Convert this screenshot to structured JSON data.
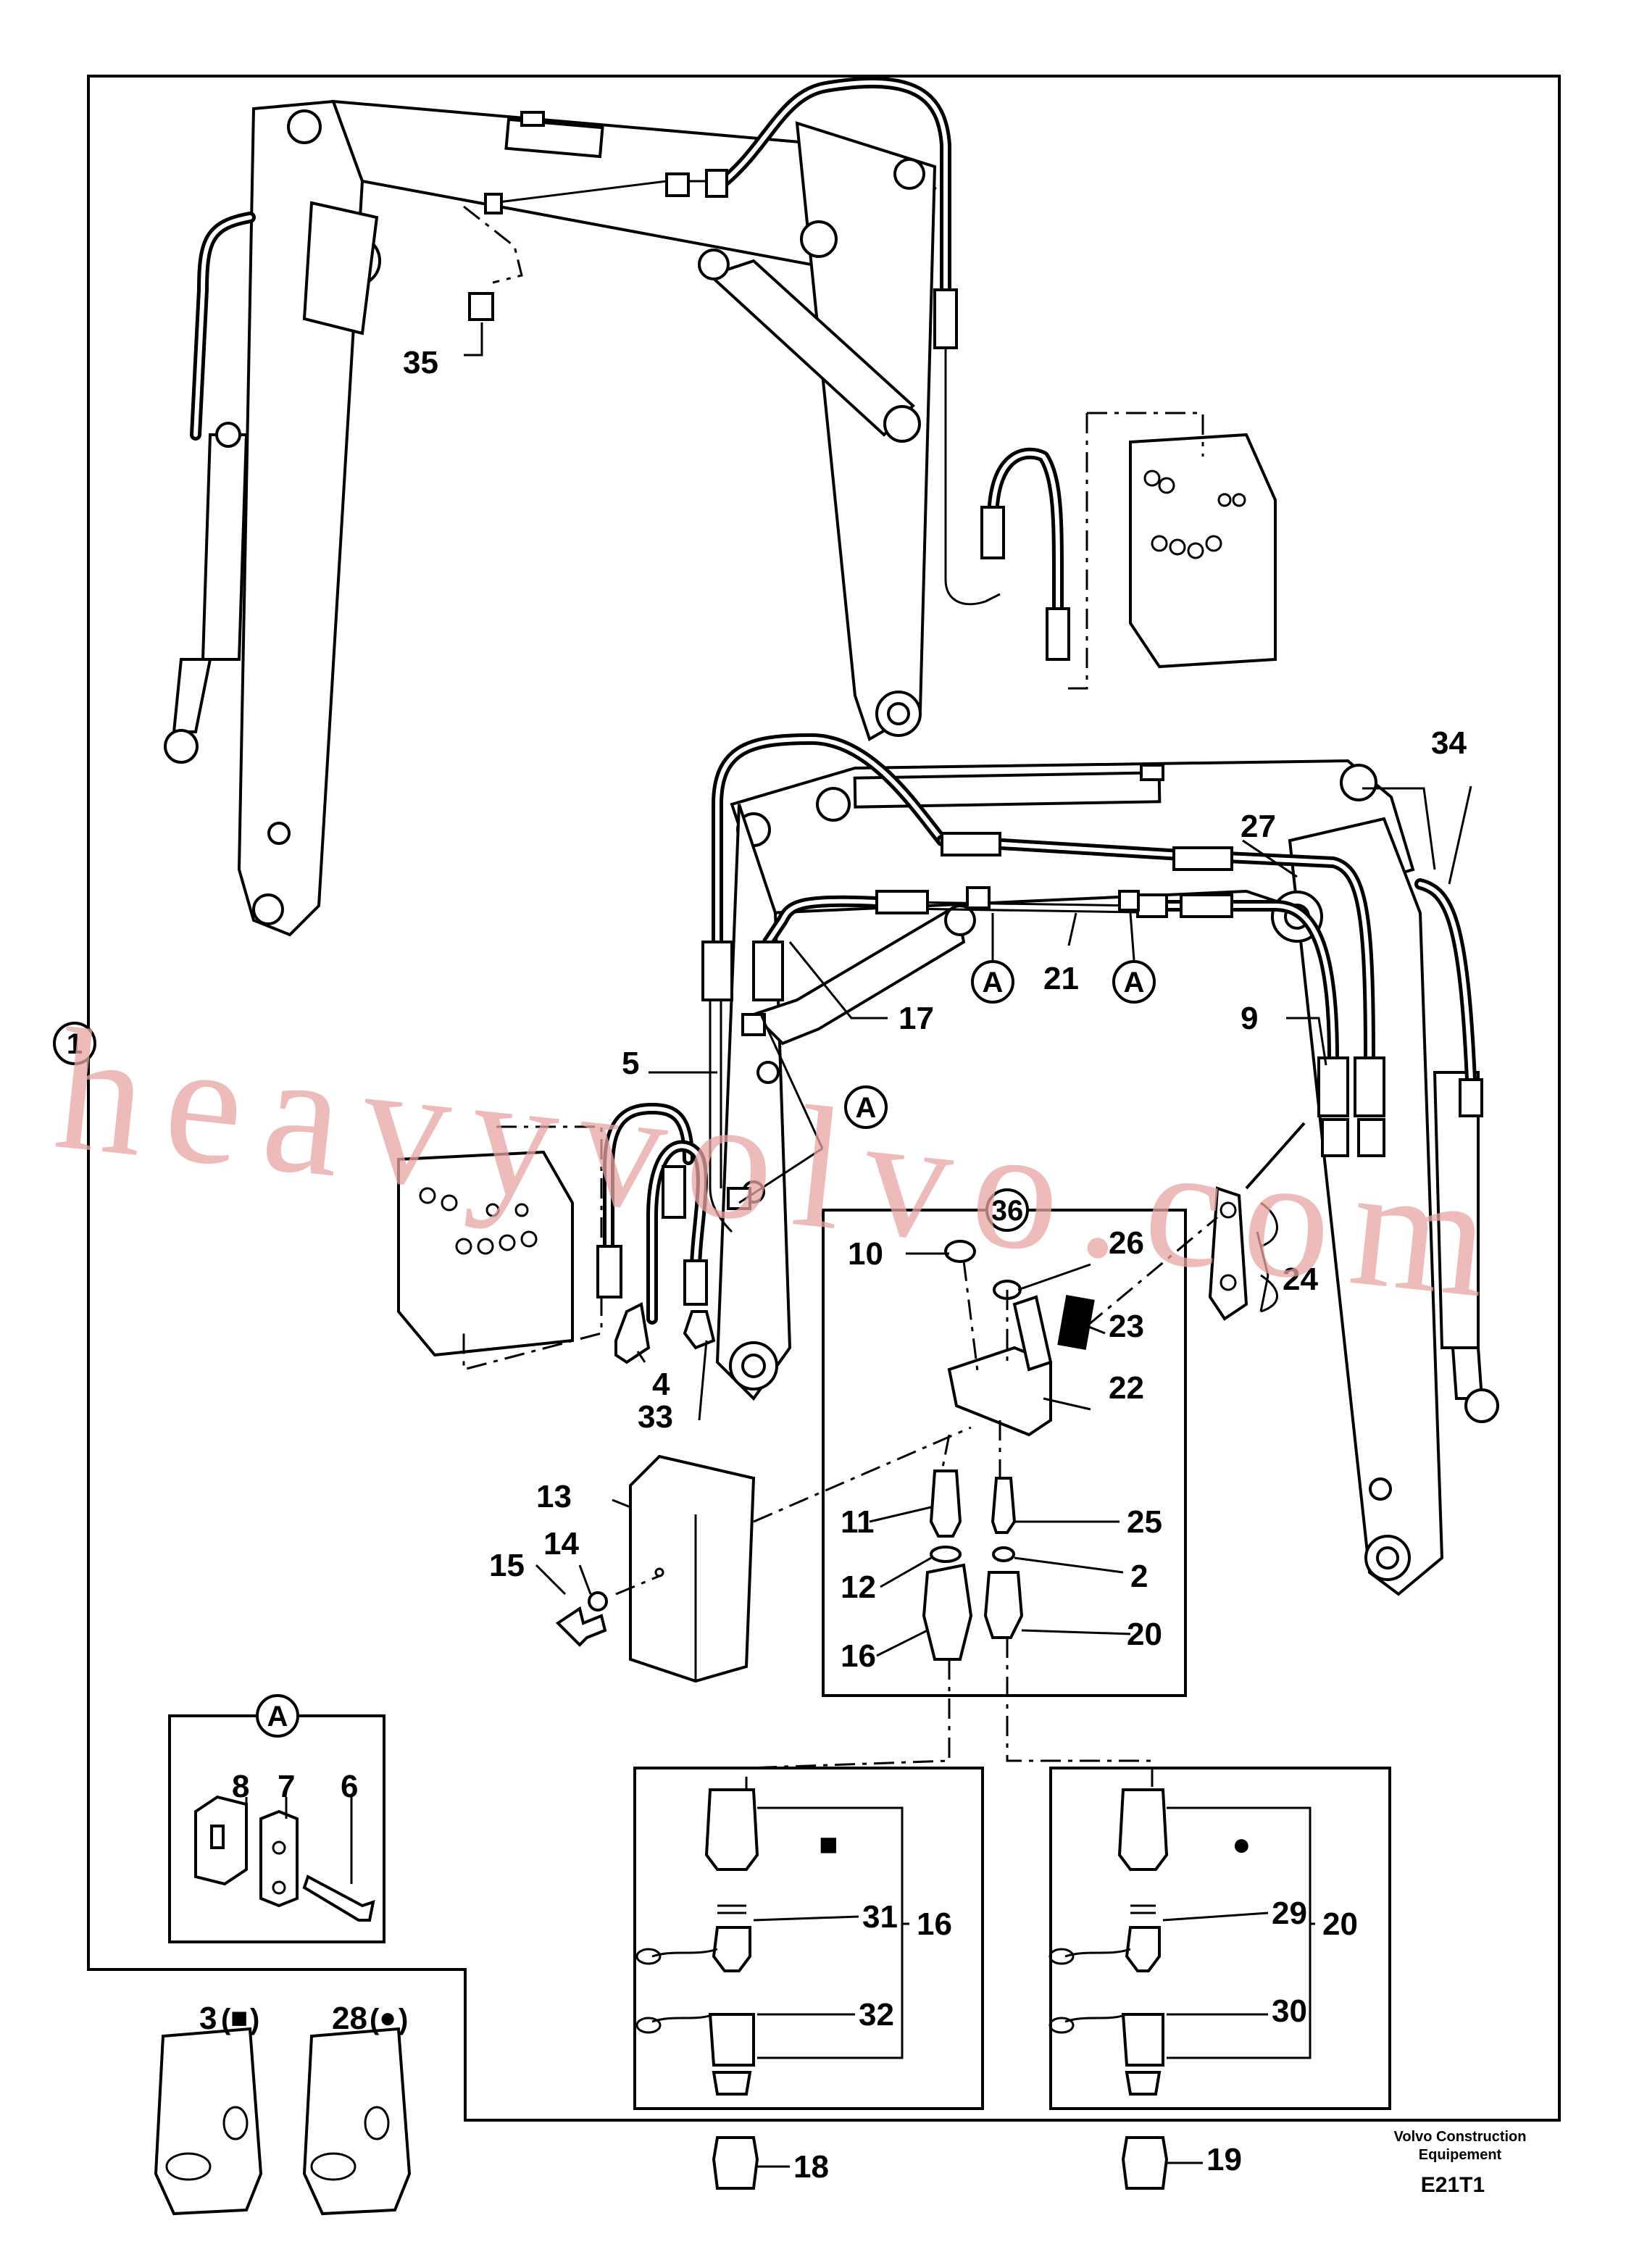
{
  "callouts": {
    "c1": "1",
    "c2": "2",
    "c3": "3",
    "c4": "4",
    "c5": "5",
    "c6": "6",
    "c7": "7",
    "c8": "8",
    "c9": "9",
    "c10": "10",
    "c11": "11",
    "c12": "12",
    "c13": "13",
    "c14": "14",
    "c15": "15",
    "c16a": "16",
    "c16b": "16",
    "c17": "17",
    "c18": "18",
    "c19": "19",
    "c20a": "20",
    "c20b": "20",
    "c21": "21",
    "c22": "22",
    "c23": "23",
    "c24": "24",
    "c25": "25",
    "c26": "26",
    "c27": "27",
    "c28": "28",
    "c29": "29",
    "c30": "30",
    "c31": "31",
    "c32": "32",
    "c33": "33",
    "c34": "34",
    "c35": "35",
    "c36": "36"
  },
  "detail_marker": "A",
  "legend": {
    "bag_square_label": "3",
    "bag_circle_label": "28",
    "square_symbol": "■",
    "circle_symbol": "●"
  },
  "footer": {
    "maker_line1": "Volvo Construction",
    "maker_line2": "Equipement",
    "code": "E21T1"
  },
  "watermark": "heavyvolvo.com"
}
